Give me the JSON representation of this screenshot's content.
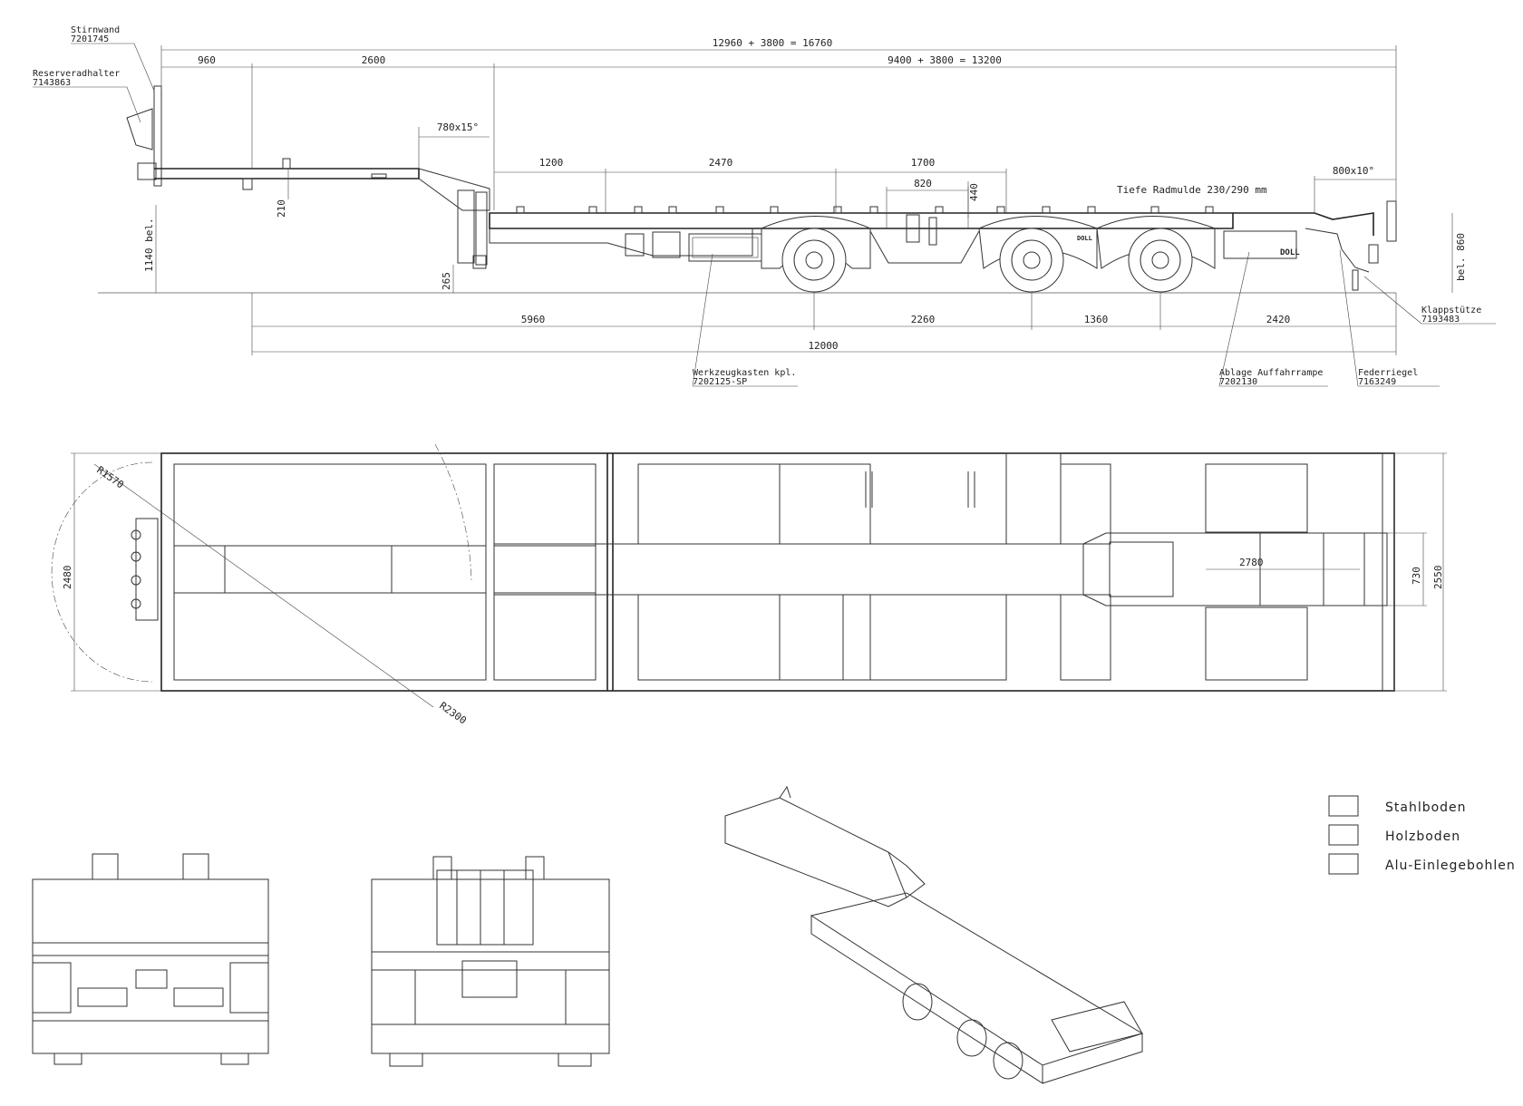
{
  "side_view": {
    "dims": {
      "overall": "12960 + 3800 = 16760",
      "gooseneck": "960",
      "upper_deck": "2600",
      "lower_deck": "9400 + 3800 = 13200",
      "ramp_angle": "780x15°",
      "d1200": "1200",
      "d2470": "2470",
      "d1700": "1700",
      "d820": "820",
      "d440": "440",
      "rear_ramp": "800x10°",
      "d210": "210",
      "height_front": "1140 bel.",
      "d265": "265",
      "height_rear": "bel. 860",
      "axle_5960": "5960",
      "axle_2260": "2260",
      "axle_1360": "1360",
      "axle_2420": "2420",
      "total_12000": "12000"
    },
    "note": "Tiefe Radmulde 230/290 mm",
    "badge1": "DOLL",
    "badge2": "DOLL",
    "callouts": [
      {
        "name": "Stirnwand",
        "code": "7201745"
      },
      {
        "name": "Reserveradhalter",
        "code": "7143863"
      },
      {
        "name": "Werkzeugkasten kpl.",
        "code": "7202125-SP"
      },
      {
        "name": "Ablage Auffahrrampe",
        "code": "7202130"
      },
      {
        "name": "Federriegel",
        "code": "7163249"
      },
      {
        "name": "Klappstütze",
        "code": "7193483"
      }
    ]
  },
  "top_view": {
    "r1570": "R1570",
    "r2300": "R2300",
    "d2480": "2480",
    "d2780": "2780",
    "d730": "730",
    "d2550": "2550"
  },
  "legend": [
    {
      "label": "Stahlboden",
      "pattern": "lines"
    },
    {
      "label": "Holzboden",
      "pattern": "plain"
    },
    {
      "label": "Alu-Einlegebohlen",
      "pattern": "crosshatch"
    }
  ],
  "colors": {
    "line": "#333333",
    "background": "#ffffff"
  }
}
